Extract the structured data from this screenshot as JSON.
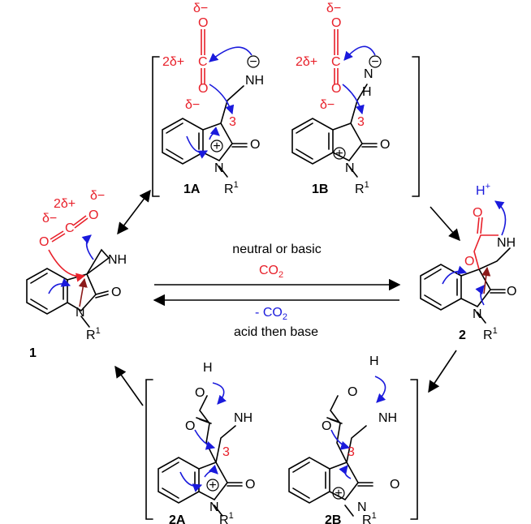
{
  "compounds": {
    "c1": "1",
    "c2": "2",
    "c1A": "1A",
    "c1B": "1B",
    "c2A": "2A",
    "c2B": "2B"
  },
  "atoms": {
    "N": "N",
    "NH": "NH",
    "O": "O",
    "H": "H",
    "C": "C",
    "R1": "R",
    "sup1": "1",
    "H_plus": "H",
    "plus": "+",
    "pos3": "3"
  },
  "charges": {
    "delta_minus": "δ−",
    "two_delta_plus": "2δ+",
    "minus": "−",
    "plus": "+"
  },
  "conditions": {
    "forward_top": "neutral or basic",
    "forward_bottom": "CO",
    "forward_sub": "2",
    "reverse_top": "- CO",
    "reverse_sub": "2",
    "reverse_bottom": "acid then base"
  },
  "colors": {
    "red": "#e8202a",
    "blue": "#1a1adc",
    "black": "#000000",
    "darkred": "#8b1a1a"
  }
}
